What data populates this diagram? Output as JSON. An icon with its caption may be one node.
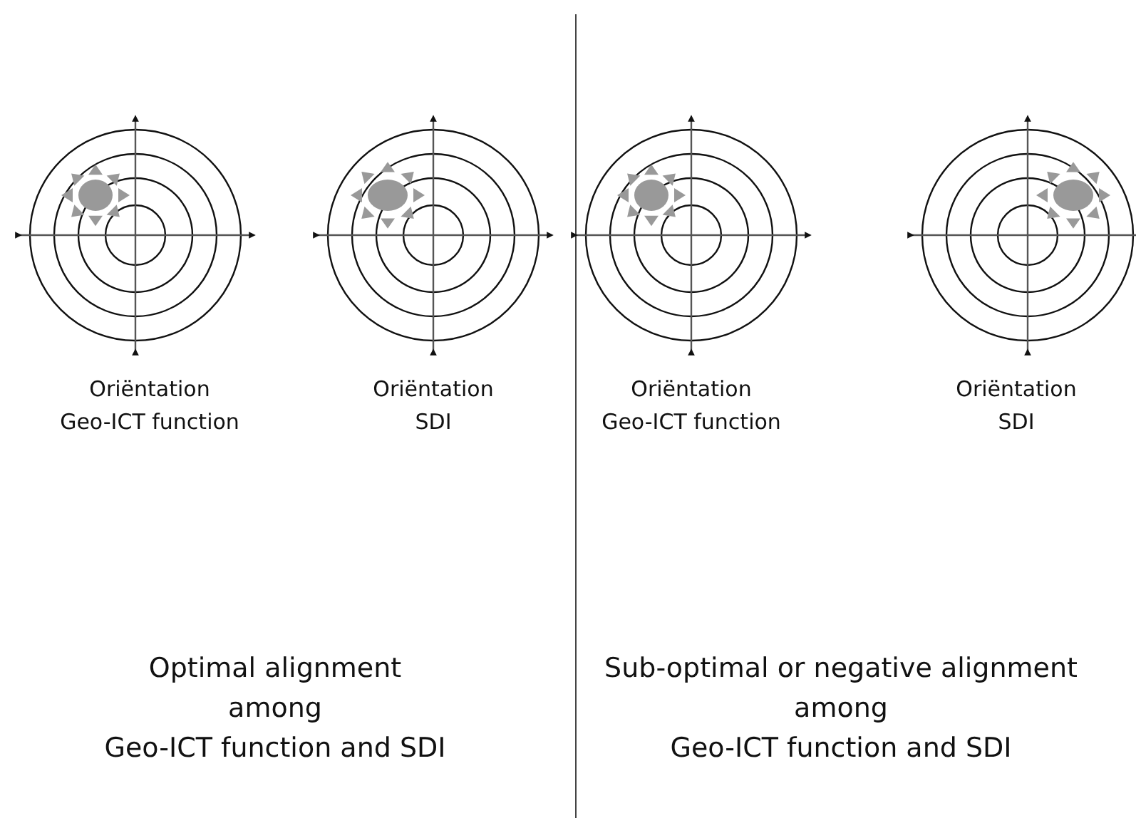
{
  "diagram": {
    "labels": [
      "Oriëntation Geo-ICT function",
      "Oriëntation SDI",
      "Oriëntation Geo-ICT function",
      "Oriëntation SDI",
      "Optimal alignment among Geo-ICT function and SDI",
      "Sub-optimal or negative alignment among Geo-ICT function and SDI"
    ]
  }
}
